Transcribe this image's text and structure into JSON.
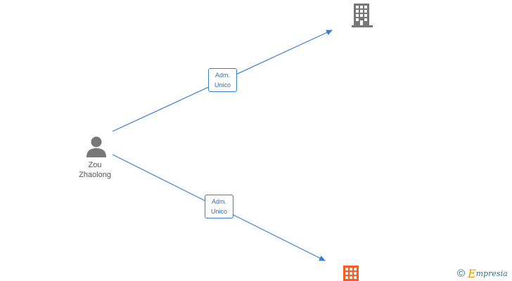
{
  "person": {
    "name_line1": "Zou",
    "name_line2": "Zhaolong",
    "icon": "person-icon"
  },
  "edges": [
    {
      "role_line1": "Adm.",
      "role_line2": "Unico"
    },
    {
      "role_line1": "Adm.",
      "role_line2": "Unico"
    }
  ],
  "companies": [
    {
      "icon": "building-icon",
      "color": "#777777"
    },
    {
      "icon": "building-icon",
      "color": "#ff5a1f"
    }
  ],
  "colors": {
    "edge": "#3b7dd0",
    "node_person": "#777777"
  },
  "watermark": {
    "symbol": "©",
    "brand_initial": "E",
    "brand_rest": "mpresia"
  }
}
